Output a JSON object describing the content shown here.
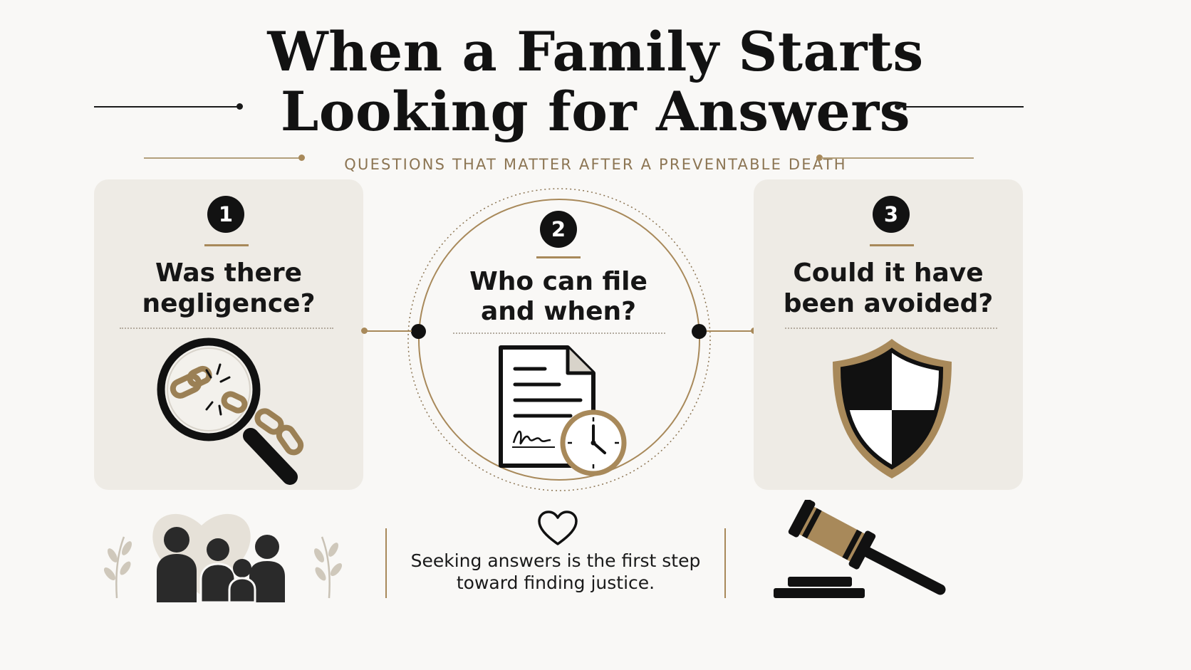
{
  "header": {
    "title_line1": "When a Family Starts",
    "title_line2": "Looking for Answers",
    "subtitle": "QUESTIONS THAT MATTER AFTER A PREVENTABLE DEATH"
  },
  "questions": [
    {
      "number": "1",
      "text_line1": "Was there",
      "text_line2": "negligence?",
      "icon": "magnifier-broken-chain-icon"
    },
    {
      "number": "2",
      "text_line1": "Who can file",
      "text_line2": "and when?",
      "icon": "document-clock-icon"
    },
    {
      "number": "3",
      "text_line1": "Could it have",
      "text_line2": "been avoided?",
      "icon": "shield-icon"
    }
  ],
  "footer": {
    "tagline_line1": "Seeking answers is the first step",
    "tagline_line2": "toward finding justice.",
    "left_icon": "family-icon",
    "center_icon": "heart-icon",
    "right_icon": "gavel-icon"
  },
  "colors": {
    "accent_gold": "#a8895a",
    "dark": "#121212",
    "card": "#eeebe5"
  }
}
